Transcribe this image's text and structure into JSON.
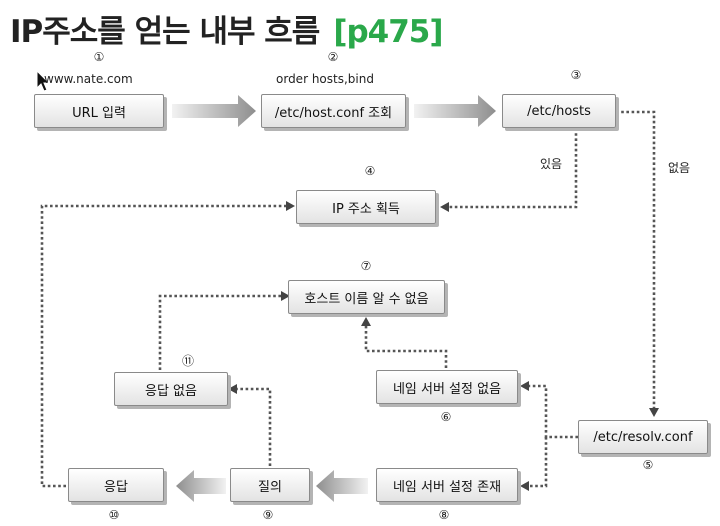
{
  "title": {
    "main": "IP주소를 얻는 내부 흐름",
    "page": "[p475]"
  },
  "nodes": {
    "url_input": "URL 입력",
    "host_conf": "/etc/host.conf 조회",
    "hosts": "/etc/hosts",
    "ip_acquire": "IP 주소 획득",
    "host_unknown": "호스트 이름 알 수 없음",
    "no_response": "응답 없음",
    "no_nameserver": "네임 서버 설정 없음",
    "resolv_conf": "/etc/resolv.conf",
    "response": "응답",
    "query": "질의",
    "nameserver_exists": "네임 서버 설정 존재"
  },
  "labels": {
    "url_example": "www.nate.com",
    "order": "order hosts,bind",
    "found": "있음",
    "not_found": "없음"
  },
  "numbers": [
    "①",
    "②",
    "③",
    "④",
    "⑤",
    "⑥",
    "⑦",
    "⑧",
    "⑨",
    "⑩",
    "⑪"
  ],
  "colors": {
    "title_accent": "#2aa84a",
    "dotted": "#555555",
    "solid_arrow": "#9a9a9a"
  }
}
